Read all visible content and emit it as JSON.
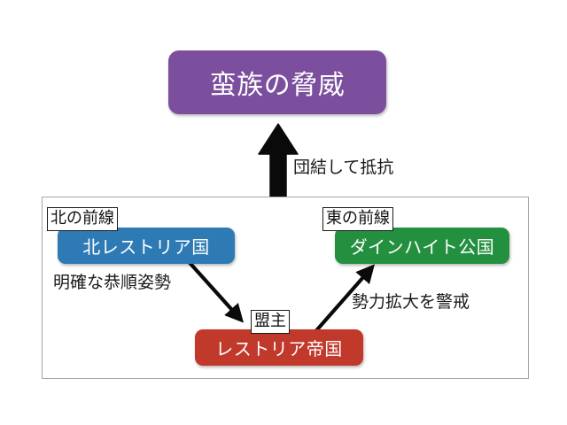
{
  "diagram": {
    "type": "relationship-diagram",
    "background_color": "#ffffff",
    "threat": {
      "label": "蛮族の脅威",
      "color": "#7b4e9e",
      "text_color": "#ffffff"
    },
    "group_frame": {
      "border_color": "#a6a6a8"
    },
    "nodes": [
      {
        "id": "north-restoria",
        "label": "北レストリア国",
        "tag": "北の前線",
        "color": "#2e7ab4",
        "text_color": "#ffffff"
      },
      {
        "id": "dainheit",
        "label": "ダインハイト公国",
        "tag": "東の前線",
        "color": "#239040",
        "text_color": "#ffffff"
      },
      {
        "id": "restoria-empire",
        "label": "レストリア帝国",
        "tag": "盟主",
        "color": "#c0392b",
        "text_color": "#ffffff"
      }
    ],
    "annotations": [
      {
        "id": "unite-resist",
        "text": "団結して抵抗",
        "arrow": "block-arrow-up",
        "color": "#1a1a1a"
      },
      {
        "id": "clear-submission",
        "text": "明確な恭順姿勢",
        "arrow": "arrow-down-right",
        "color": "#1a1a1a"
      },
      {
        "id": "wary-expansion",
        "text": "勢力拡大を警戒",
        "arrow": "arrow-up-right",
        "color": "#1a1a1a"
      }
    ]
  }
}
